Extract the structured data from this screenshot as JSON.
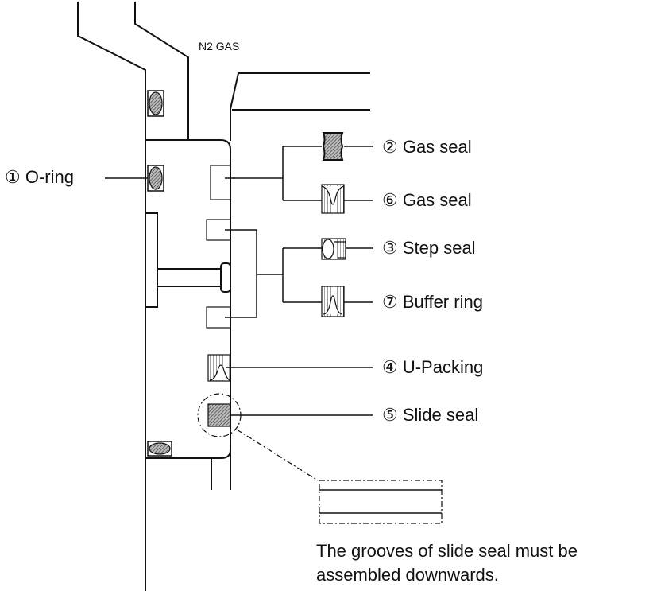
{
  "gas_label": "N2 GAS",
  "labels": {
    "o_ring": "① O-ring",
    "gas_seal_2": "② Gas seal",
    "gas_seal_6": "⑥ Gas seal",
    "step_seal": "③ Step seal",
    "buffer_ring": "⑦ Buffer ring",
    "u_packing": "④ U-Packing",
    "slide_seal": "⑤ Slide seal"
  },
  "note": "The grooves of slide seal must be assembled downwards."
}
